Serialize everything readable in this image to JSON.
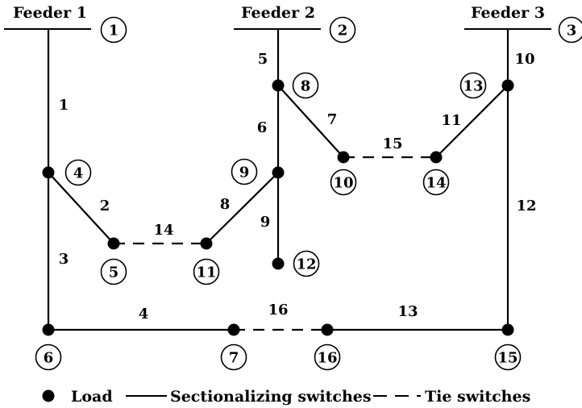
{
  "feeders": [
    {
      "id": "f1",
      "title": "Feeder 1",
      "node": "1"
    },
    {
      "id": "f2",
      "title": "Feeder 2",
      "node": "2"
    },
    {
      "id": "f3",
      "title": "Feeder 3",
      "node": "3"
    }
  ],
  "nodes": [
    "4",
    "5",
    "6",
    "7",
    "8",
    "9",
    "10",
    "11",
    "12",
    "13",
    "14",
    "15",
    "16"
  ],
  "switches": {
    "sectionalizing": [
      "1",
      "2",
      "3",
      "4",
      "5",
      "6",
      "7",
      "8",
      "9",
      "10",
      "11",
      "12",
      "13"
    ],
    "tie": [
      "14",
      "15",
      "16"
    ]
  },
  "legend": {
    "load": "Load",
    "sectionalizing": "Sectionalizing switches",
    "tie": "Tie switches"
  }
}
